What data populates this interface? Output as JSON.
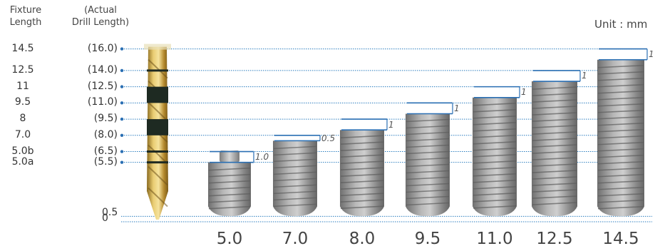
{
  "header": {
    "fixture_length_label": [
      "Fixture",
      "Length"
    ],
    "drill_length_label": [
      "(Actual",
      "Drill Length)"
    ],
    "unit": "Unit : mm"
  },
  "levels": [
    {
      "fixture": "14.5",
      "drill": "(16.0)",
      "depth": 16.0
    },
    {
      "fixture": "12.5",
      "drill": "(14.0)",
      "depth": 14.0
    },
    {
      "fixture": "11",
      "drill": "(12.5)",
      "depth": 12.5
    },
    {
      "fixture": "9.5",
      "drill": "(11.0)",
      "depth": 11.0
    },
    {
      "fixture": "8",
      "drill": "(9.5)",
      "depth": 9.5
    },
    {
      "fixture": "7.0",
      "drill": "(8.0)",
      "depth": 8.0
    },
    {
      "fixture": "5.0b",
      "drill": "(6.5)",
      "depth": 6.5
    },
    {
      "fixture": "5.0a",
      "drill": "(5.5)",
      "depth": 5.5
    }
  ],
  "baseline_labels": [
    {
      "label": "0.5",
      "depth": 0.5
    },
    {
      "label": "0",
      "depth": 0
    }
  ],
  "implants": [
    {
      "length_label": "5.0",
      "length": 5.0,
      "drill": 6.5,
      "delta": "1.0"
    },
    {
      "length_label": "7.0",
      "length": 7.0,
      "drill": 7.5,
      "delta": "0.5"
    },
    {
      "length_label": "8.0",
      "length": 8.0,
      "drill": 9.0,
      "delta": "1"
    },
    {
      "length_label": "9.5",
      "length": 9.5,
      "drill": 10.5,
      "delta": "1"
    },
    {
      "length_label": "11.0",
      "length": 11.0,
      "drill": 12.0,
      "delta": "1"
    },
    {
      "length_label": "12.5",
      "length": 12.5,
      "drill": 13.5,
      "delta": "1"
    },
    {
      "length_label": "14.5",
      "length": 14.5,
      "drill": 15.5,
      "delta": "1"
    }
  ],
  "colors": {
    "guide_line": "#2e7fc0",
    "marker": "#2a6fb3",
    "implant_body": "#8f8f8f",
    "drill_gold": "#c9a445",
    "drill_band": "#1e2a22"
  }
}
